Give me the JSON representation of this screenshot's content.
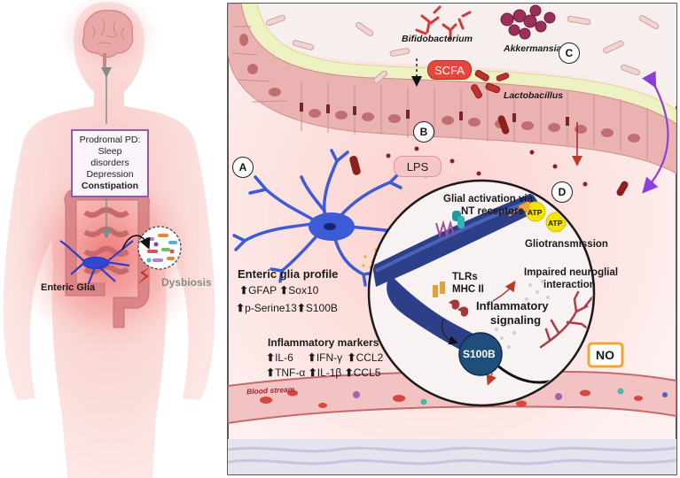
{
  "labels": {
    "prodromal": [
      "Prodromal PD:",
      "Sleep",
      "disorders",
      "Depression",
      "Constipation"
    ],
    "enteric_glia": "Enteric Glia",
    "dysbiosis": "Dysbiosis",
    "bifidobacterium": "Bifidobacterium",
    "akkermansia": "Akkermansia",
    "lactobacillus": "Lactobacillus",
    "scfa": "SCFA",
    "lps": "LPS",
    "marker_a": "A",
    "marker_b": "B",
    "marker_c": "C",
    "marker_d": "D",
    "glia_profile_title": "Enteric glia profile",
    "glia_profile_row1": [
      "GFAP",
      "Sox10"
    ],
    "glia_profile_row2": [
      "p-Serine13",
      "S100B"
    ],
    "inflammatory_title": "Inflammatory markers",
    "inflammatory_row1": [
      "IL-6",
      "IFN-γ",
      "CCL2"
    ],
    "inflammatory_row2": [
      "TNF-α",
      "IL-1β",
      "CCL5"
    ],
    "glial_activation": [
      "Glial activation via",
      "NT receptors"
    ],
    "atp": "ATP",
    "gliotransmission": "Gliotransmission",
    "tlrs": [
      "TLRs",
      "MHC II"
    ],
    "impaired": [
      "Impaired neuroglial",
      "interaction"
    ],
    "inflammatory_signaling": [
      "Inflammatory",
      "signaling"
    ],
    "s100b": "S100B",
    "no": "NO",
    "blood_stream": "Blood stream",
    "up_arrow": "⬆"
  },
  "colors": {
    "prodromal_border": "#8e5ea8",
    "glia_blue": "#3d5bd6",
    "scfa_red": "#e8453c",
    "lps_pink": "#f4c6c6",
    "s100b_navy": "#1f4e7a",
    "no_orange": "#f2a531",
    "purple_arrow": "#8a3fd8",
    "mucus_yellow": "#eef2c2"
  }
}
